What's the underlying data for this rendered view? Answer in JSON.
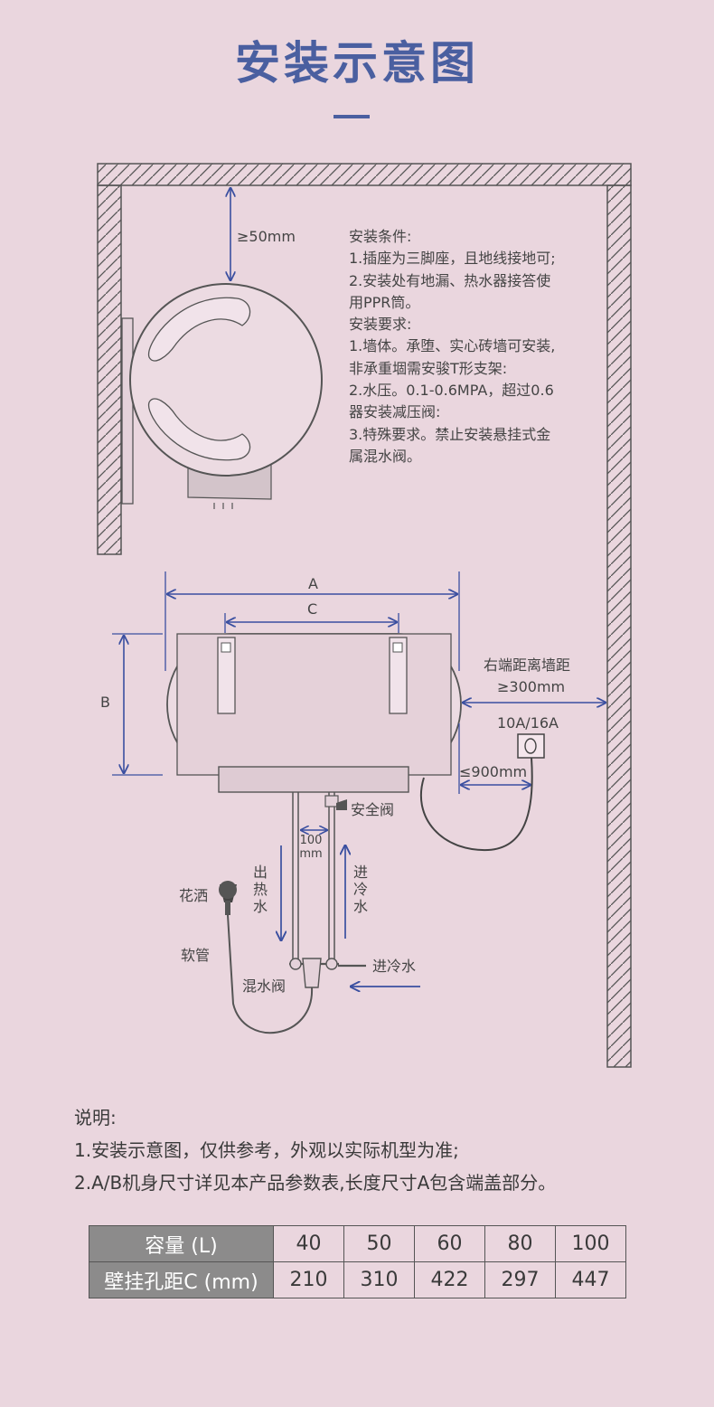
{
  "title": "安装示意图",
  "dims": {
    "top_gap": "≥50mm",
    "a": "A",
    "b": "B",
    "c": "C",
    "right_wall_label": "右端距离墙距",
    "right_wall_value": "≥300mm",
    "socket_rating": "10A/16A",
    "socket_dist": "≤900mm",
    "pipe_gap": "100mm"
  },
  "parts": {
    "safety_valve": "安全阀",
    "hot_out": "出热水",
    "cold_in_vertical": "进冷水",
    "cold_in": "进冷水",
    "shower": "花洒",
    "hose": "软管",
    "mixing_valve": "混水阀"
  },
  "conditions": [
    "安装条件:",
    "1.插座为三脚座，且地线接地可;",
    "2.安装处有地漏、热水器接答使",
    "用PPR筒。",
    "安装要求:",
    "1.墙体。承堕、实心砖墙可安装,",
    "非承重堌需安骏T形支架:",
    "2.水压。0.1-0.6MPA，超过0.6",
    "器安装减压阀:",
    "3.特殊要求。禁止安装悬挂式金",
    "属混水阀。"
  ],
  "notes": {
    "heading": "说明:",
    "line1": "1.安装示意图，仅供参考，外观以实际机型为准;",
    "line2": "2.A/B机身尺寸详见本产品参数表,长度尺寸A包含端盖部分。"
  },
  "table": {
    "row1_header": "容量 (L)",
    "row2_header": "壁挂孔距C (mm)",
    "capacity": [
      "40",
      "50",
      "60",
      "80",
      "100"
    ],
    "spacing": [
      "210",
      "310",
      "422",
      "297",
      "447"
    ]
  },
  "colors": {
    "accent": "#4a5fa0",
    "background": "#ead6de",
    "dimension_line": "#3a4fa0",
    "table_header": "#8c8b8b"
  }
}
